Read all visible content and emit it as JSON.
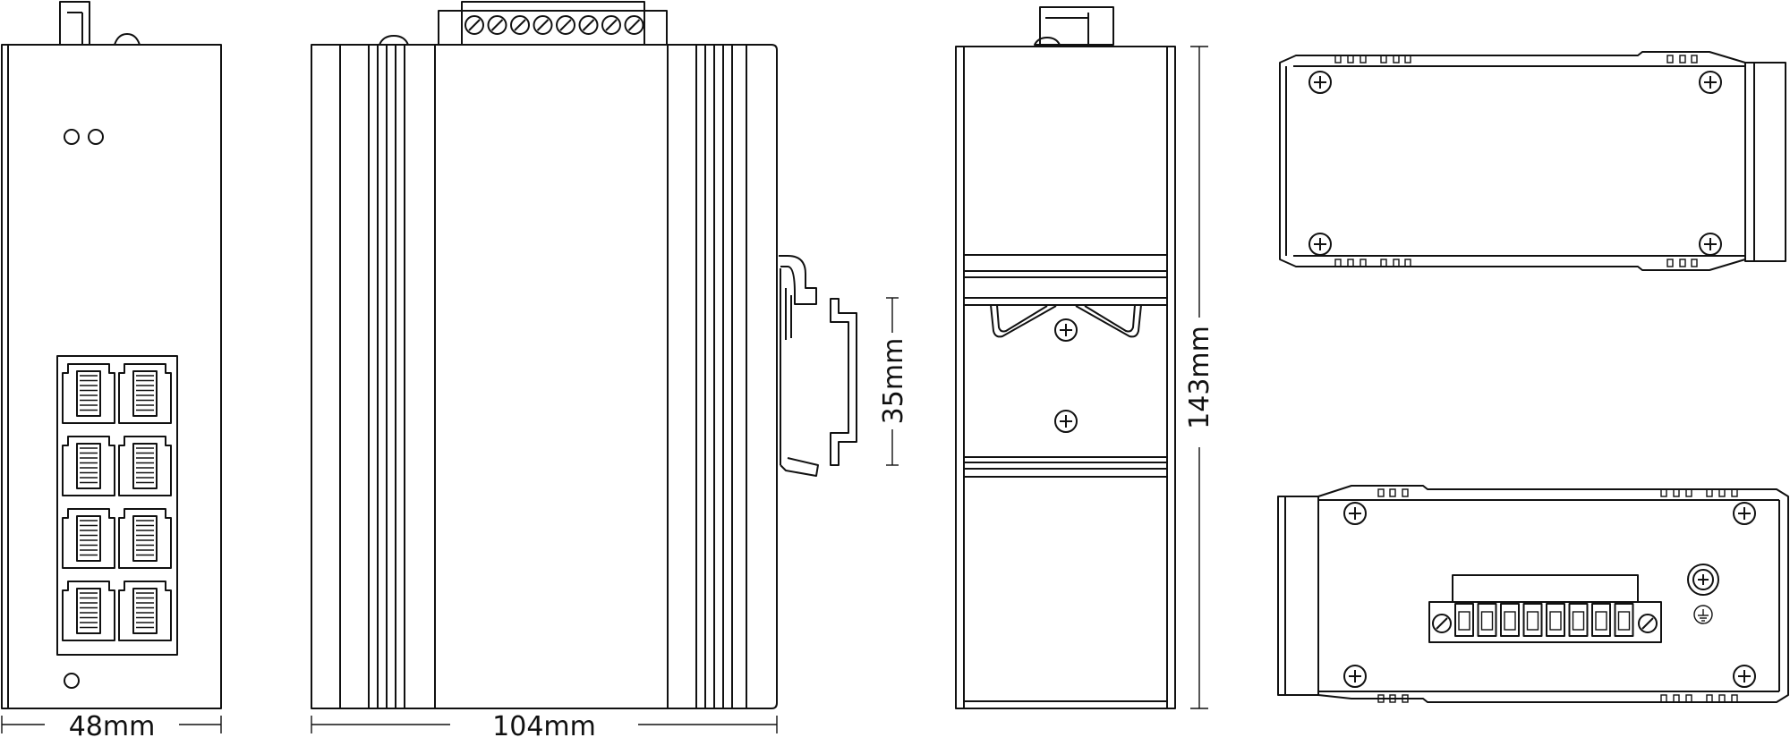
{
  "dimensions": {
    "front_width": "48mm",
    "side_depth": "104mm",
    "rail_width": "35mm",
    "back_height": "143mm"
  },
  "colors": {
    "line": "#111111",
    "background": "#ffffff"
  },
  "front_view": {
    "led_count": 3,
    "rj45_rows": 4,
    "rj45_columns": 2
  },
  "terminal_block": {
    "top_terminals": 8,
    "bottom_view_terminals": 8
  },
  "icons": [
    "screw-icon",
    "ground-symbol-icon"
  ]
}
